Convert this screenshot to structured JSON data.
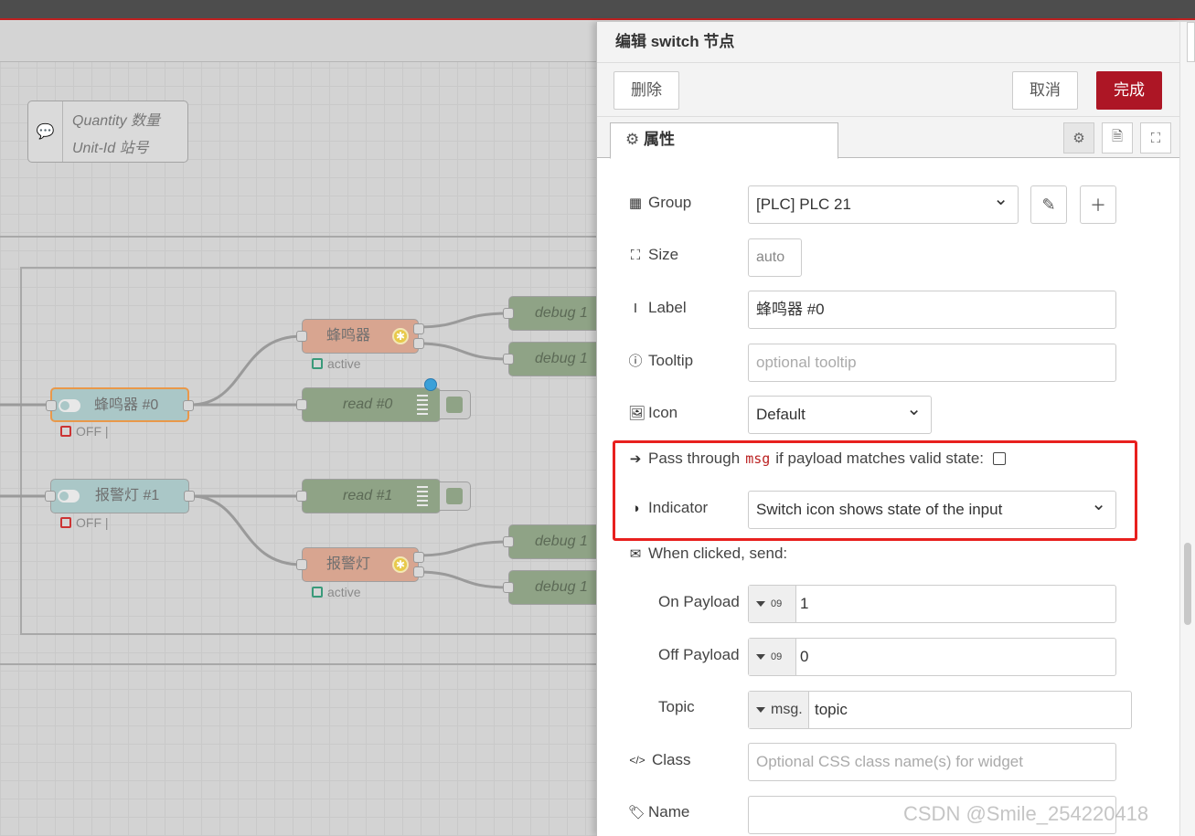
{
  "canvas": {
    "comment": {
      "line1": "Quantity 数量",
      "line2": "Unit-Id 站号"
    },
    "nodes": {
      "switch0": {
        "label": "蜂鸣器 #0",
        "status": "OFF |"
      },
      "switch1": {
        "label": "报警灯 #1",
        "status": "OFF |"
      },
      "func0": {
        "label": "蜂鸣器",
        "status": "active"
      },
      "func1": {
        "label": "报警灯",
        "status": "active"
      },
      "read0": {
        "label": "read #0"
      },
      "read1": {
        "label": "read #1"
      },
      "debug_a": {
        "label": "debug 1"
      },
      "debug_b": {
        "label": "debug 1"
      },
      "debug_c": {
        "label": "debug 1"
      },
      "debug_d": {
        "label": "debug 1"
      }
    }
  },
  "editor": {
    "title": "编辑 switch 节点",
    "delete_label": "删除",
    "cancel_label": "取消",
    "done_label": "完成",
    "tab_label": "属性",
    "fields": {
      "group": {
        "label": "Group",
        "value": "[PLC] PLC 21"
      },
      "size": {
        "label": "Size",
        "value": "auto"
      },
      "label": {
        "label": "Label",
        "value": "蜂鸣器 #0"
      },
      "tooltip": {
        "label": "Tooltip",
        "placeholder": "optional tooltip"
      },
      "icon": {
        "label": "Icon",
        "value": "Default"
      },
      "pass_through": {
        "prefix": "Pass through",
        "code": "msg",
        "suffix": "if payload matches valid state:"
      },
      "indicator": {
        "label": "Indicator",
        "value": "Switch icon shows state of the input"
      },
      "when_clicked": {
        "label": "When clicked, send:"
      },
      "on_payload": {
        "label": "On Payload",
        "type": "09",
        "value": "1"
      },
      "off_payload": {
        "label": "Off Payload",
        "type": "09",
        "value": "0"
      },
      "topic": {
        "label": "Topic",
        "type": "msg.",
        "value": "topic"
      },
      "class": {
        "label": "Class",
        "placeholder": "Optional CSS class name(s) for widget"
      },
      "name": {
        "label": "Name",
        "value": ""
      }
    }
  },
  "watermark": "CSDN @Smile_254220418",
  "colors": {
    "accent": "#ad1625",
    "highlight": "#e8201e",
    "switch_node": "#aac7c7",
    "function_node": "#d8a590",
    "debug_node": "#8fa386"
  }
}
